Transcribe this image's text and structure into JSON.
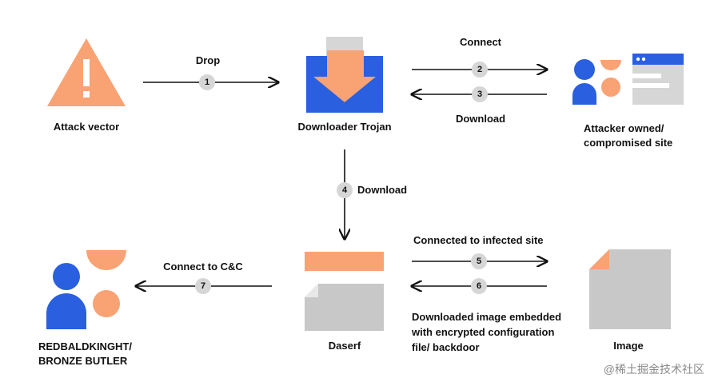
{
  "nodes": {
    "attack_vector": "Attack vector",
    "downloader": "Downloader Trojan",
    "attacker_site_line1": "Attacker owned/",
    "attacker_site_line2": "compromised site",
    "daserf": "Daserf",
    "image": "Image",
    "group_line1": "REDBALDKINGHT/",
    "group_line2": "BRONZE BUTLER"
  },
  "edges": {
    "drop": "Drop",
    "connect": "Connect",
    "download": "Download",
    "download4": "Download",
    "connected_infected": "Connected to infected site",
    "downloaded_line1": "Downloaded image embedded",
    "downloaded_line2": "with encrypted configuration",
    "downloaded_line3": "file/ backdoor",
    "connect_cc": "Connect to C&C"
  },
  "steps": [
    "1",
    "2",
    "3",
    "4",
    "5",
    "6",
    "7"
  ],
  "colors": {
    "orange": "#f9a274",
    "blue": "#2a5fe0",
    "gray": "#c8c8c8",
    "light_gray": "#d6d6d6",
    "dark": "#111111"
  },
  "watermark": "@稀土掘金技术社区"
}
